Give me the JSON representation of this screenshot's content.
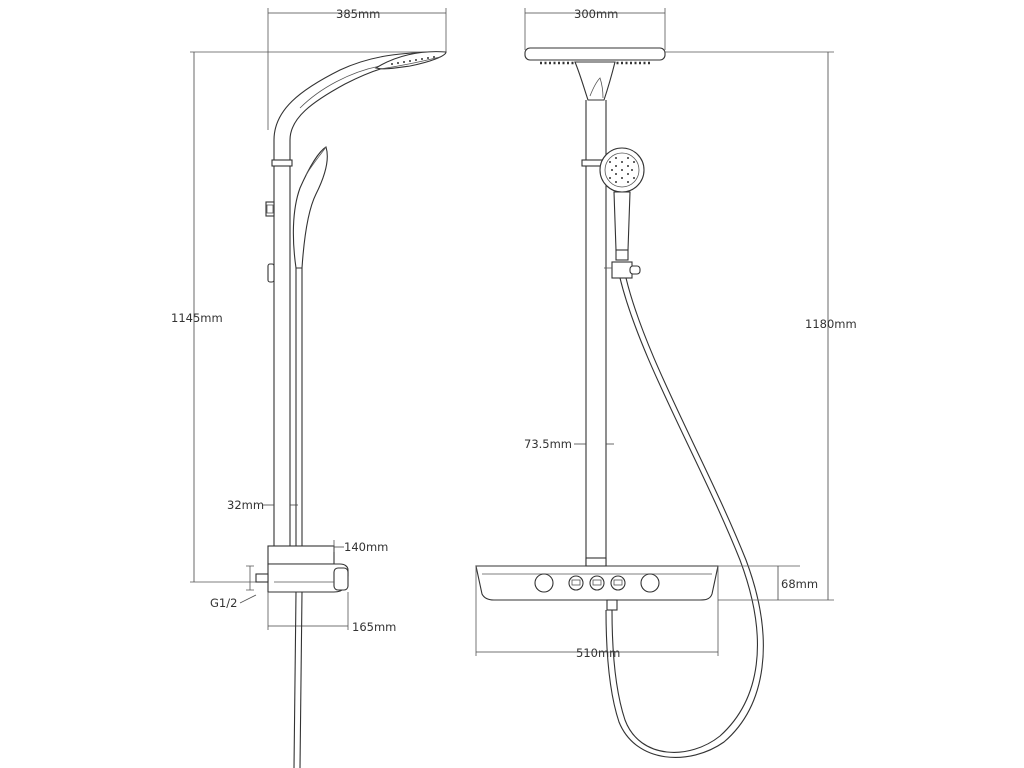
{
  "dimensions": {
    "side_head_width": "385mm",
    "side_height": "1145mm",
    "pipe_diameter": "32mm",
    "shelf_depth": "140mm",
    "inlet": "G1/2",
    "mixer_depth": "165mm",
    "front_head_width": "300mm",
    "front_height": "1180mm",
    "pipe_offset": "73.5mm",
    "shelf_height": "68mm",
    "shelf_width": "510mm"
  }
}
